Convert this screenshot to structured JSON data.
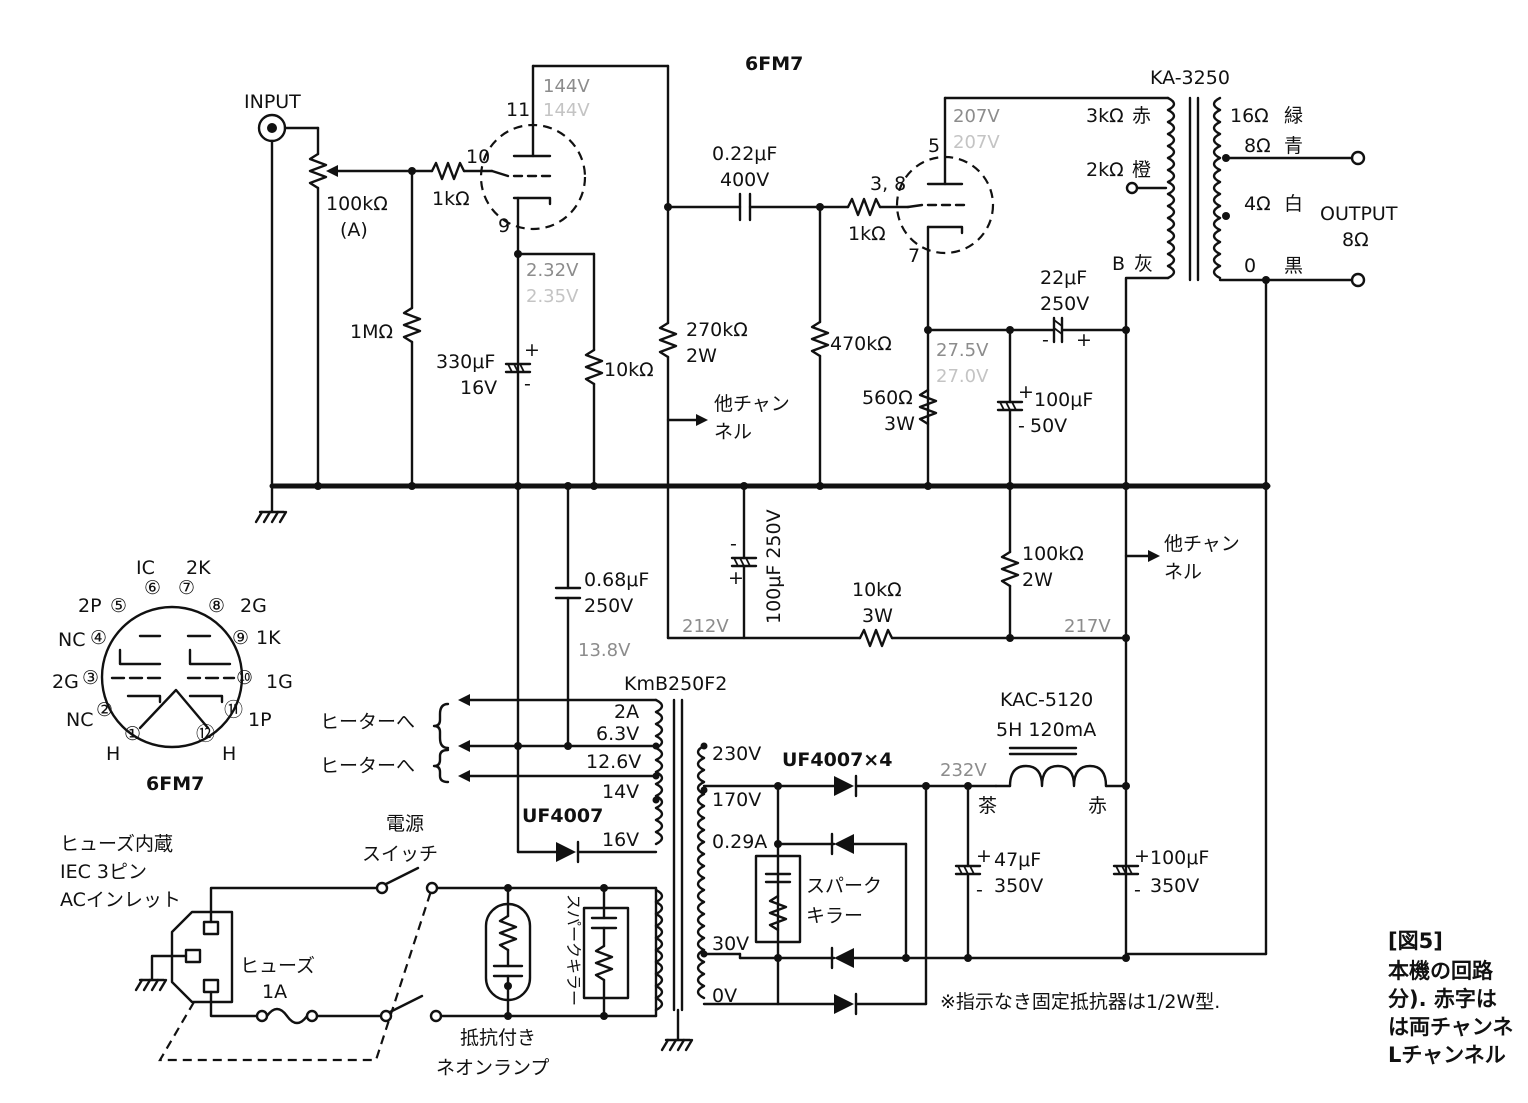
{
  "tube_label": "6FM7",
  "pinout_label": "6FM7",
  "input_label": "INPUT",
  "output_label": "OUTPUT",
  "output_impedance": "8Ω",
  "vr1": {
    "value": "100kΩ",
    "curve": "(A)"
  },
  "r_grid_stop1": "1kΩ",
  "r_grid_leak": "1MΩ",
  "r_grid_stop2": "1kΩ",
  "c_cathode1": {
    "value": "330μF",
    "voltage": "16V"
  },
  "r_cathode1": "10kΩ",
  "r_plate1": {
    "value": "270kΩ",
    "power": "2W"
  },
  "c_coupling": {
    "value": "0.22μF",
    "voltage": "400V"
  },
  "r_grid2": "470kΩ",
  "r_cathode2": {
    "value": "560Ω",
    "power": "3W"
  },
  "c_cathode2": {
    "value": "100μF",
    "voltage": "50V"
  },
  "c_feedback": {
    "value": "22μF",
    "voltage": "250V"
  },
  "c_filter1": "100μF 250V",
  "r_drop1": {
    "value": "10kΩ",
    "power": "3W"
  },
  "r_bleed": {
    "value": "100kΩ",
    "power": "2W"
  },
  "c_heater": {
    "value": "0.68μF",
    "voltage": "250V"
  },
  "pins": {
    "p11": "11",
    "p10": "10",
    "p9": "9",
    "p5": "5",
    "p38": "3, 8",
    "p7": "7"
  },
  "voltages": {
    "v144": "144V",
    "v144_alt": "144V",
    "v232": "2.32V",
    "v235_alt": "2.35V",
    "v207": "207V",
    "v207_alt": "207V",
    "v275": "27.5V",
    "v270_alt": "27.0V",
    "v212": "212V",
    "v217": "217V",
    "v138": "13.8V",
    "v232b": "232V"
  },
  "other_channel_1": [
    "他チャン",
    "ネル"
  ],
  "other_channel_2": [
    "他チャン",
    "ネル"
  ],
  "ot": {
    "model": "KA-3250",
    "primary": [
      {
        "imp": "3kΩ",
        "color": "赤"
      },
      {
        "imp": "2kΩ",
        "color": "橙"
      },
      {
        "imp": "B",
        "color": "灰"
      }
    ],
    "secondary": [
      {
        "imp": "16Ω",
        "color": "緑"
      },
      {
        "imp": "8Ω",
        "color": "青"
      },
      {
        "imp": "4Ω",
        "color": "白"
      },
      {
        "imp": "0",
        "color": "黒"
      }
    ]
  },
  "pt": {
    "model": "KmB250F2",
    "taps_left": [
      "2A",
      "6.3V",
      "12.6V",
      "14V",
      "16V"
    ],
    "taps_right": [
      "230V",
      "170V",
      "0.29A",
      "30V",
      "0V"
    ]
  },
  "heater_label": "ヒーターへ",
  "diode_heater": "UF4007",
  "diode_bridge": "UF4007×4",
  "choke": {
    "model": "KAC-5120",
    "spec": "5H 120mA",
    "lead_in": "茶",
    "lead_out": "赤"
  },
  "c_filter2": {
    "value": "47μF",
    "voltage": "350V"
  },
  "c_filter3": {
    "value": "100μF",
    "voltage": "350V"
  },
  "spark_killer_bridge": [
    "スパーク",
    "キラー"
  ],
  "spark_killer_primary": "スパークキラー",
  "power_switch": [
    "電源",
    "スイッチ"
  ],
  "inlet": [
    "ヒューズ内蔵",
    "IEC 3ピン",
    "ACインレット"
  ],
  "fuse": {
    "label": "ヒューズ",
    "rating": "1A"
  },
  "neon": [
    "抵抗付き",
    "ネオンランプ"
  ],
  "footnote": "※指示なき固定抵抗器は1/2W型.",
  "pinout": {
    "pin_numbers": [
      "①",
      "②",
      "③",
      "④",
      "⑤",
      "⑥",
      "⑦",
      "⑧",
      "⑨",
      "⑩",
      "⑪",
      "⑫"
    ],
    "pin_names": [
      "H",
      "NC",
      "2G",
      "NC",
      "2P",
      "IC",
      "2K",
      "2G",
      "1K",
      "1G",
      "1P",
      "H"
    ]
  },
  "caption": {
    "title": "[図5]",
    "lines": [
      "本機の回路",
      "分). 赤字は",
      "は両チャンネ",
      "Lチャンネル"
    ]
  }
}
